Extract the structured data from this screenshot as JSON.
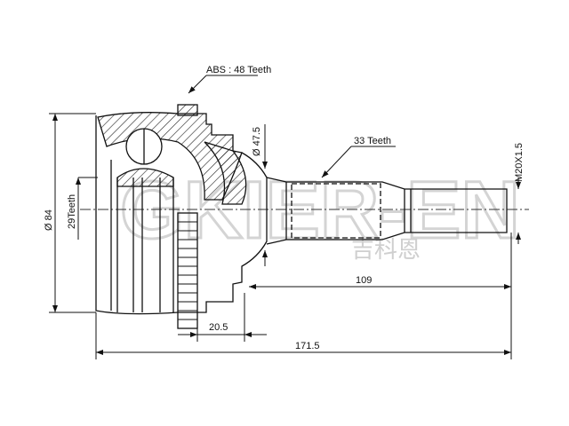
{
  "drawing": {
    "abs_label": "ABS : 48 Teeth",
    "inner_diameter": "Ø 47.5",
    "outer_diameter": "Ø 84",
    "inner_teeth": "29Teeth",
    "shaft_teeth": "33 Teeth",
    "thread": "M20X1.5",
    "shaft_length": "109",
    "abs_offset": "20.5",
    "overall_length": "171.5"
  },
  "watermark": {
    "text": "GKIER-EN",
    "subtext": "吉科恩"
  }
}
